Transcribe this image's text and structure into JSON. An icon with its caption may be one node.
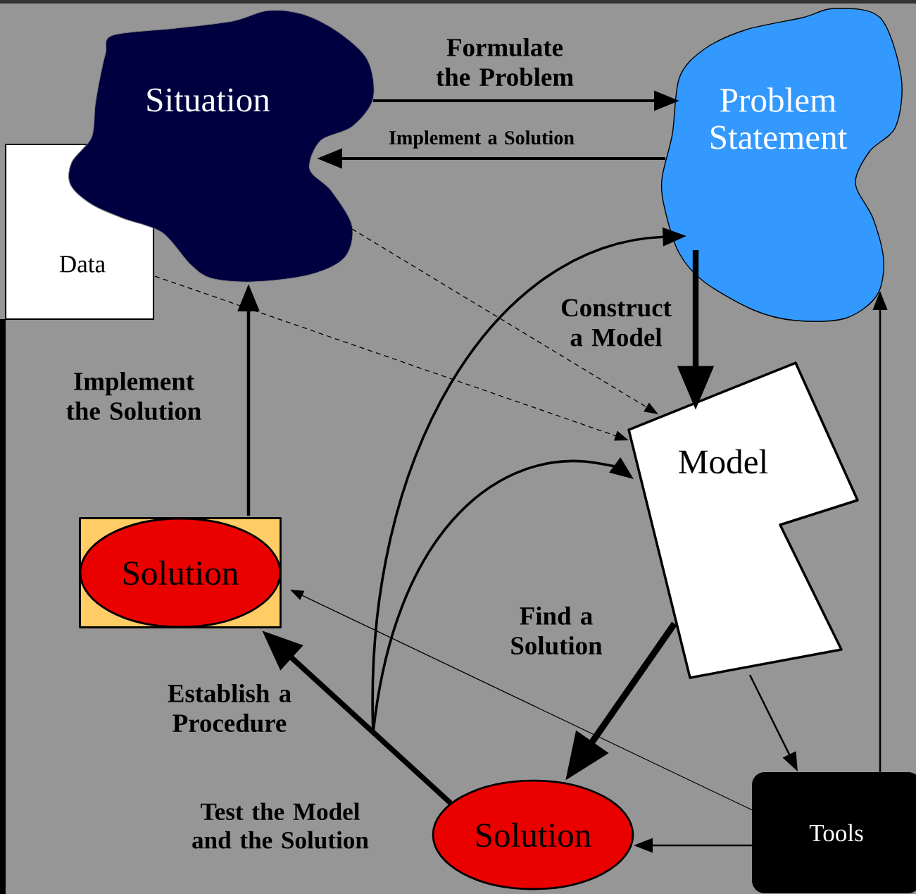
{
  "diagram": {
    "nodes": [
      {
        "text": [
          "Situation"
        ]
      },
      {
        "text": [
          "Problem Statement"
        ]
      },
      {
        "text": [
          "Data"
        ]
      },
      {
        "text": [
          "Model"
        ]
      },
      {
        "text": [],
        "shape": "box"
      },
      {
        "text": [
          "Solution"
        ],
        "in": 4
      },
      {
        "text": [
          "Solution"
        ]
      },
      {
        "text": [
          "Tools"
        ]
      }
    ],
    "edges": [
      {
        "from": 0,
        "to": 1,
        "arrow": "to",
        "label": "Formulate the Problem"
      },
      {
        "from": 1,
        "to": 0,
        "arrow": "to",
        "label": "Implement a Solution"
      },
      {
        "from": 1,
        "to": 3,
        "arrow": "to",
        "label": "Construct a Model",
        "style": "thick"
      },
      {
        "from": 3,
        "to": 6,
        "arrow": "to",
        "label": "Find a Solution",
        "style": "thick"
      },
      {
        "from": 6,
        "to": 4,
        "arrow": "to",
        "label": "Establish a Procedure",
        "style": "thick"
      },
      {
        "from": 4,
        "to": 0,
        "arrow": "to",
        "label": "Implement the Solution"
      },
      {
        "from": 2,
        "to": 3,
        "arrow": "to",
        "style": "dashed"
      },
      {
        "from": 0,
        "to": 3,
        "arrow": "to",
        "style": "dashed"
      },
      {
        "from": 3,
        "to": 7,
        "arrow": "to"
      },
      {
        "from": 7,
        "to": 1,
        "arrow": "to"
      },
      {
        "from": 7,
        "to": 6,
        "arrow": "to"
      },
      {
        "from": 7,
        "to": 4,
        "arrow": "to"
      },
      {
        "from": 6,
        "to": 1,
        "arrow": "to"
      },
      {
        "from": 6,
        "to": 3,
        "arrow": "to"
      }
    ],
    "labels": [
      "Test the Model and the Solution"
    ]
  }
}
